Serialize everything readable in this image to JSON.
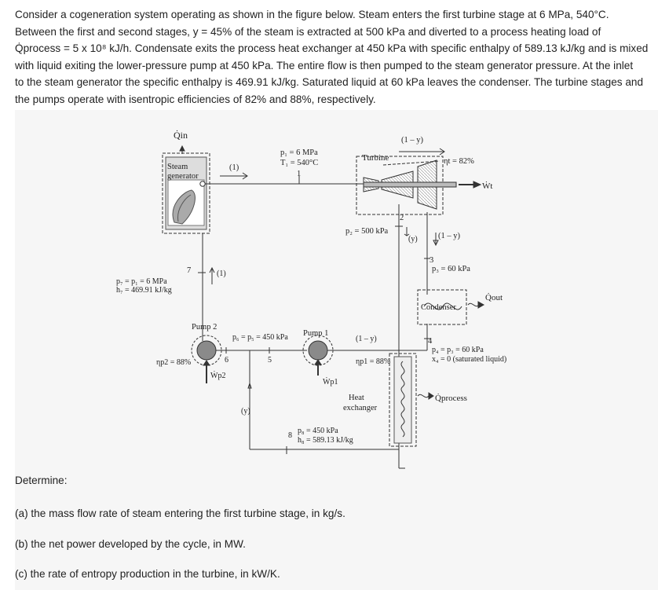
{
  "problem": {
    "lines": [
      "Consider a cogeneration system operating as shown in the figure below. Steam enters the first turbine stage at 6 MPa, 540°C.",
      "Between the first and second stages, y = 45% of the steam is extracted at 500 kPa and diverted to a process heating load of",
      "Q̇process = 5 x 10⁸ kJ/h. Condensate exits the process heat exchanger at 450 kPa with specific enthalpy of 589.13 kJ/kg and is mixed",
      "with liquid exiting the lower-pressure pump at 450 kPa. The entire flow is then pumped to the steam generator pressure. At the inlet",
      "to the steam generator the specific enthalpy is 469.91 kJ/kg. Saturated liquid at 60 kPa leaves the condenser. The turbine stages and",
      "the pumps operate with isentropic efficiencies of 82% and 88%, respectively."
    ]
  },
  "figure": {
    "q_in": "Q̇in",
    "steam_generator": [
      "Steam",
      "generator"
    ],
    "state1_flow": "(1)",
    "state1_props": [
      "p₁ = 6 MPa",
      "T₁ = 540°C"
    ],
    "state1_num": "1",
    "turbine": "Turbine",
    "turbine_eff": "ηt = 82%",
    "work_out": "Ẇt",
    "frac_1my_top": "(1 – y)",
    "frac_1my_mid": "(1 – y)",
    "frac_1my_pump": "(1 – y)",
    "frac_y": "(y)",
    "frac_y_bottom": "(y)",
    "state2_num": "2",
    "state2_props": "p₂ = 500 kPa",
    "state3_num": "3",
    "state3_props": "p₃ = 60 kPa",
    "condenser": "Condenser",
    "q_out": "Q̇out",
    "state4_num": "4",
    "state4_props": [
      "p₄ = p₃ = 60 kPa",
      "x₄ = 0 (saturated liquid)"
    ],
    "state7_num": "7",
    "state7_flow": "(1)",
    "state7_props": [
      "p₇ = p₁ = 6 MPa",
      "h₇ = 469.91 kJ/kg"
    ],
    "pump2": "Pump 2",
    "pump2_eff": "ηp2 = 88%",
    "pump2_work": "Ẇp2",
    "state56_props": "p₆ = p₅ = 450 kPa",
    "state6_num": "6",
    "state5_num": "5",
    "pump1": "Pump 1",
    "pump1_eff": "ηp1 = 88%",
    "pump1_work": "Ẇp1",
    "hx": [
      "Heat",
      "exchanger"
    ],
    "q_process": "Q̇process",
    "state8_num": "8",
    "state8_props": [
      "p₈ = 450 kPa",
      "h₈ = 589.13 kJ/kg"
    ]
  },
  "questions": {
    "heading": "Determine:",
    "a": "(a) the mass flow rate of steam entering the first turbine stage, in kg/s.",
    "b": "(b) the net power developed by the cycle, in MW.",
    "c": "(c) the rate of entropy production in the turbine, in kW/K."
  },
  "colors": {
    "panel": "#f6f6f6",
    "line": "#333333",
    "pump_fill": "#8a8a8a"
  }
}
